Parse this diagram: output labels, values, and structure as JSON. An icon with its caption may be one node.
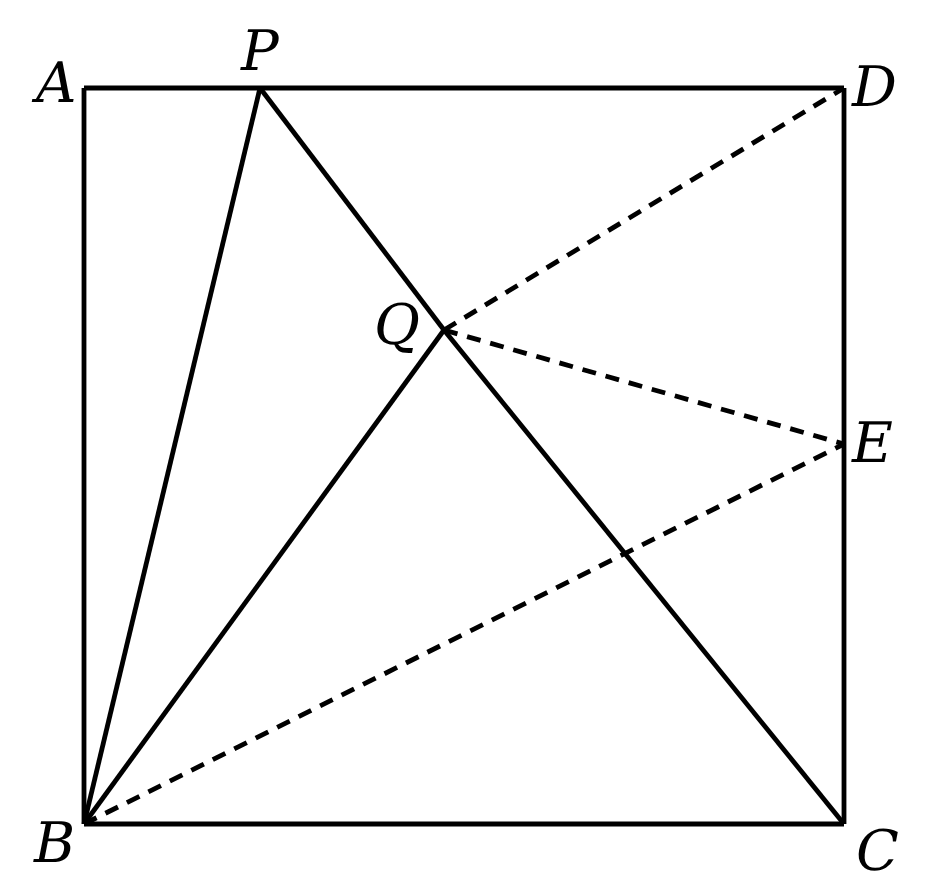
{
  "diagram": {
    "nodes": [
      {
        "text": [
          "A"
        ]
      },
      {
        "text": [
          "P"
        ]
      },
      {
        "text": [
          "D"
        ]
      },
      {
        "text": [
          "Q"
        ]
      },
      {
        "text": [
          "E"
        ]
      },
      {
        "text": [
          "B"
        ]
      },
      {
        "text": [
          "C"
        ]
      }
    ],
    "edges": [
      {
        "from": 0,
        "to": 1,
        "arrow": "none"
      },
      {
        "from": 1,
        "to": 2,
        "arrow": "none"
      },
      {
        "from": 0,
        "to": 5,
        "arrow": "none"
      },
      {
        "from": 2,
        "to": 4,
        "arrow": "none"
      },
      {
        "from": 4,
        "to": 6,
        "arrow": "none"
      },
      {
        "from": 5,
        "to": 6,
        "arrow": "none"
      },
      {
        "from": 5,
        "to": 1,
        "arrow": "none"
      },
      {
        "from": 1,
        "to": 3,
        "arrow": "none"
      },
      {
        "from": 3,
        "to": 6,
        "arrow": "none"
      },
      {
        "from": 5,
        "to": 3,
        "arrow": "none"
      },
      {
        "from": 3,
        "to": 2,
        "arrow": "none",
        "style": "dashed"
      },
      {
        "from": 3,
        "to": 4,
        "arrow": "none",
        "style": "dashed"
      },
      {
        "from": 5,
        "to": 4,
        "arrow": "none",
        "style": "dashed"
      }
    ]
  }
}
